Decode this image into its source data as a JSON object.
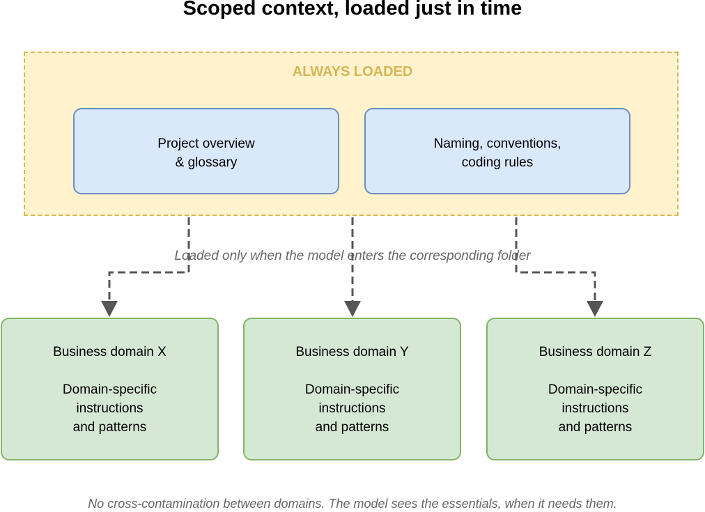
{
  "title": "Scoped context, loaded just in time",
  "always_loaded": {
    "label": "ALWAYS LOADED",
    "boxes": [
      {
        "lines": [
          "Project overview",
          "& glossary"
        ]
      },
      {
        "lines": [
          "Naming, conventions,",
          "coding rules"
        ]
      }
    ]
  },
  "connector_note": "Loaded only when the model enters the corresponding folder",
  "domains": [
    {
      "heading": "Business domain X",
      "lines": [
        "Domain-specific",
        "instructions",
        "and patterns"
      ]
    },
    {
      "heading": "Business domain Y",
      "lines": [
        "Domain-specific",
        "instructions",
        "and patterns"
      ]
    },
    {
      "heading": "Business domain Z",
      "lines": [
        "Domain-specific",
        "instructions",
        "and patterns"
      ]
    }
  ],
  "footer": "No cross-contamination between domains. The model sees the essentials, when it needs them.",
  "colors": {
    "always_fill": "#fff2cc",
    "always_border": "#d6b656",
    "blue_fill": "#dae8fc",
    "blue_border": "#6c8ebf",
    "green_fill": "#d5e8d4",
    "green_border": "#82b366",
    "connector": "#555555",
    "note_text": "#666666"
  }
}
